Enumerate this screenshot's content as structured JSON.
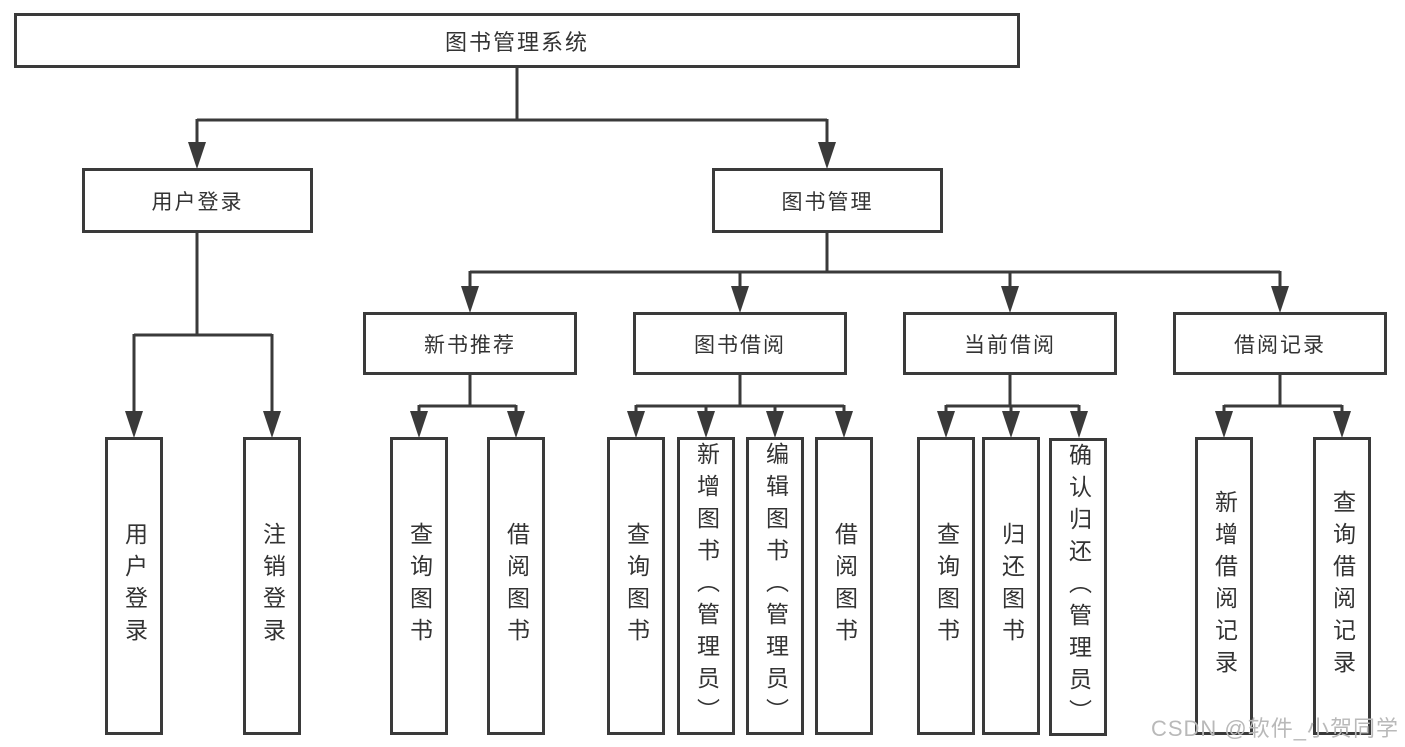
{
  "diagram_title_node": "图书管理系统",
  "tree": {
    "label": "图书管理系统",
    "children": [
      {
        "label": "用户登录",
        "children": [
          {
            "label": "用户登录"
          },
          {
            "label": "注销登录"
          }
        ]
      },
      {
        "label": "图书管理",
        "children": [
          {
            "label": "新书推荐",
            "children": [
              {
                "label": "查询图书"
              },
              {
                "label": "借阅图书"
              }
            ]
          },
          {
            "label": "图书借阅",
            "children": [
              {
                "label": "查询图书"
              },
              {
                "label": "新增图书（管理员）"
              },
              {
                "label": "编辑图书（管理员）"
              },
              {
                "label": "借阅图书"
              }
            ]
          },
          {
            "label": "当前借阅",
            "children": [
              {
                "label": "查询图书"
              },
              {
                "label": "归还图书"
              },
              {
                "label": "确认归还（管理员）"
              }
            ]
          },
          {
            "label": "借阅记录",
            "children": [
              {
                "label": "新增借阅记录"
              },
              {
                "label": "查询借阅记录"
              }
            ]
          }
        ]
      }
    ]
  },
  "watermark": {
    "text": "CSDN @软件_小贺同学"
  },
  "colors": {
    "line": "#3a3a3a",
    "border": "#3a3a3a",
    "text": "#333333",
    "background": "#ffffff",
    "watermark": "#b9b9b9"
  }
}
